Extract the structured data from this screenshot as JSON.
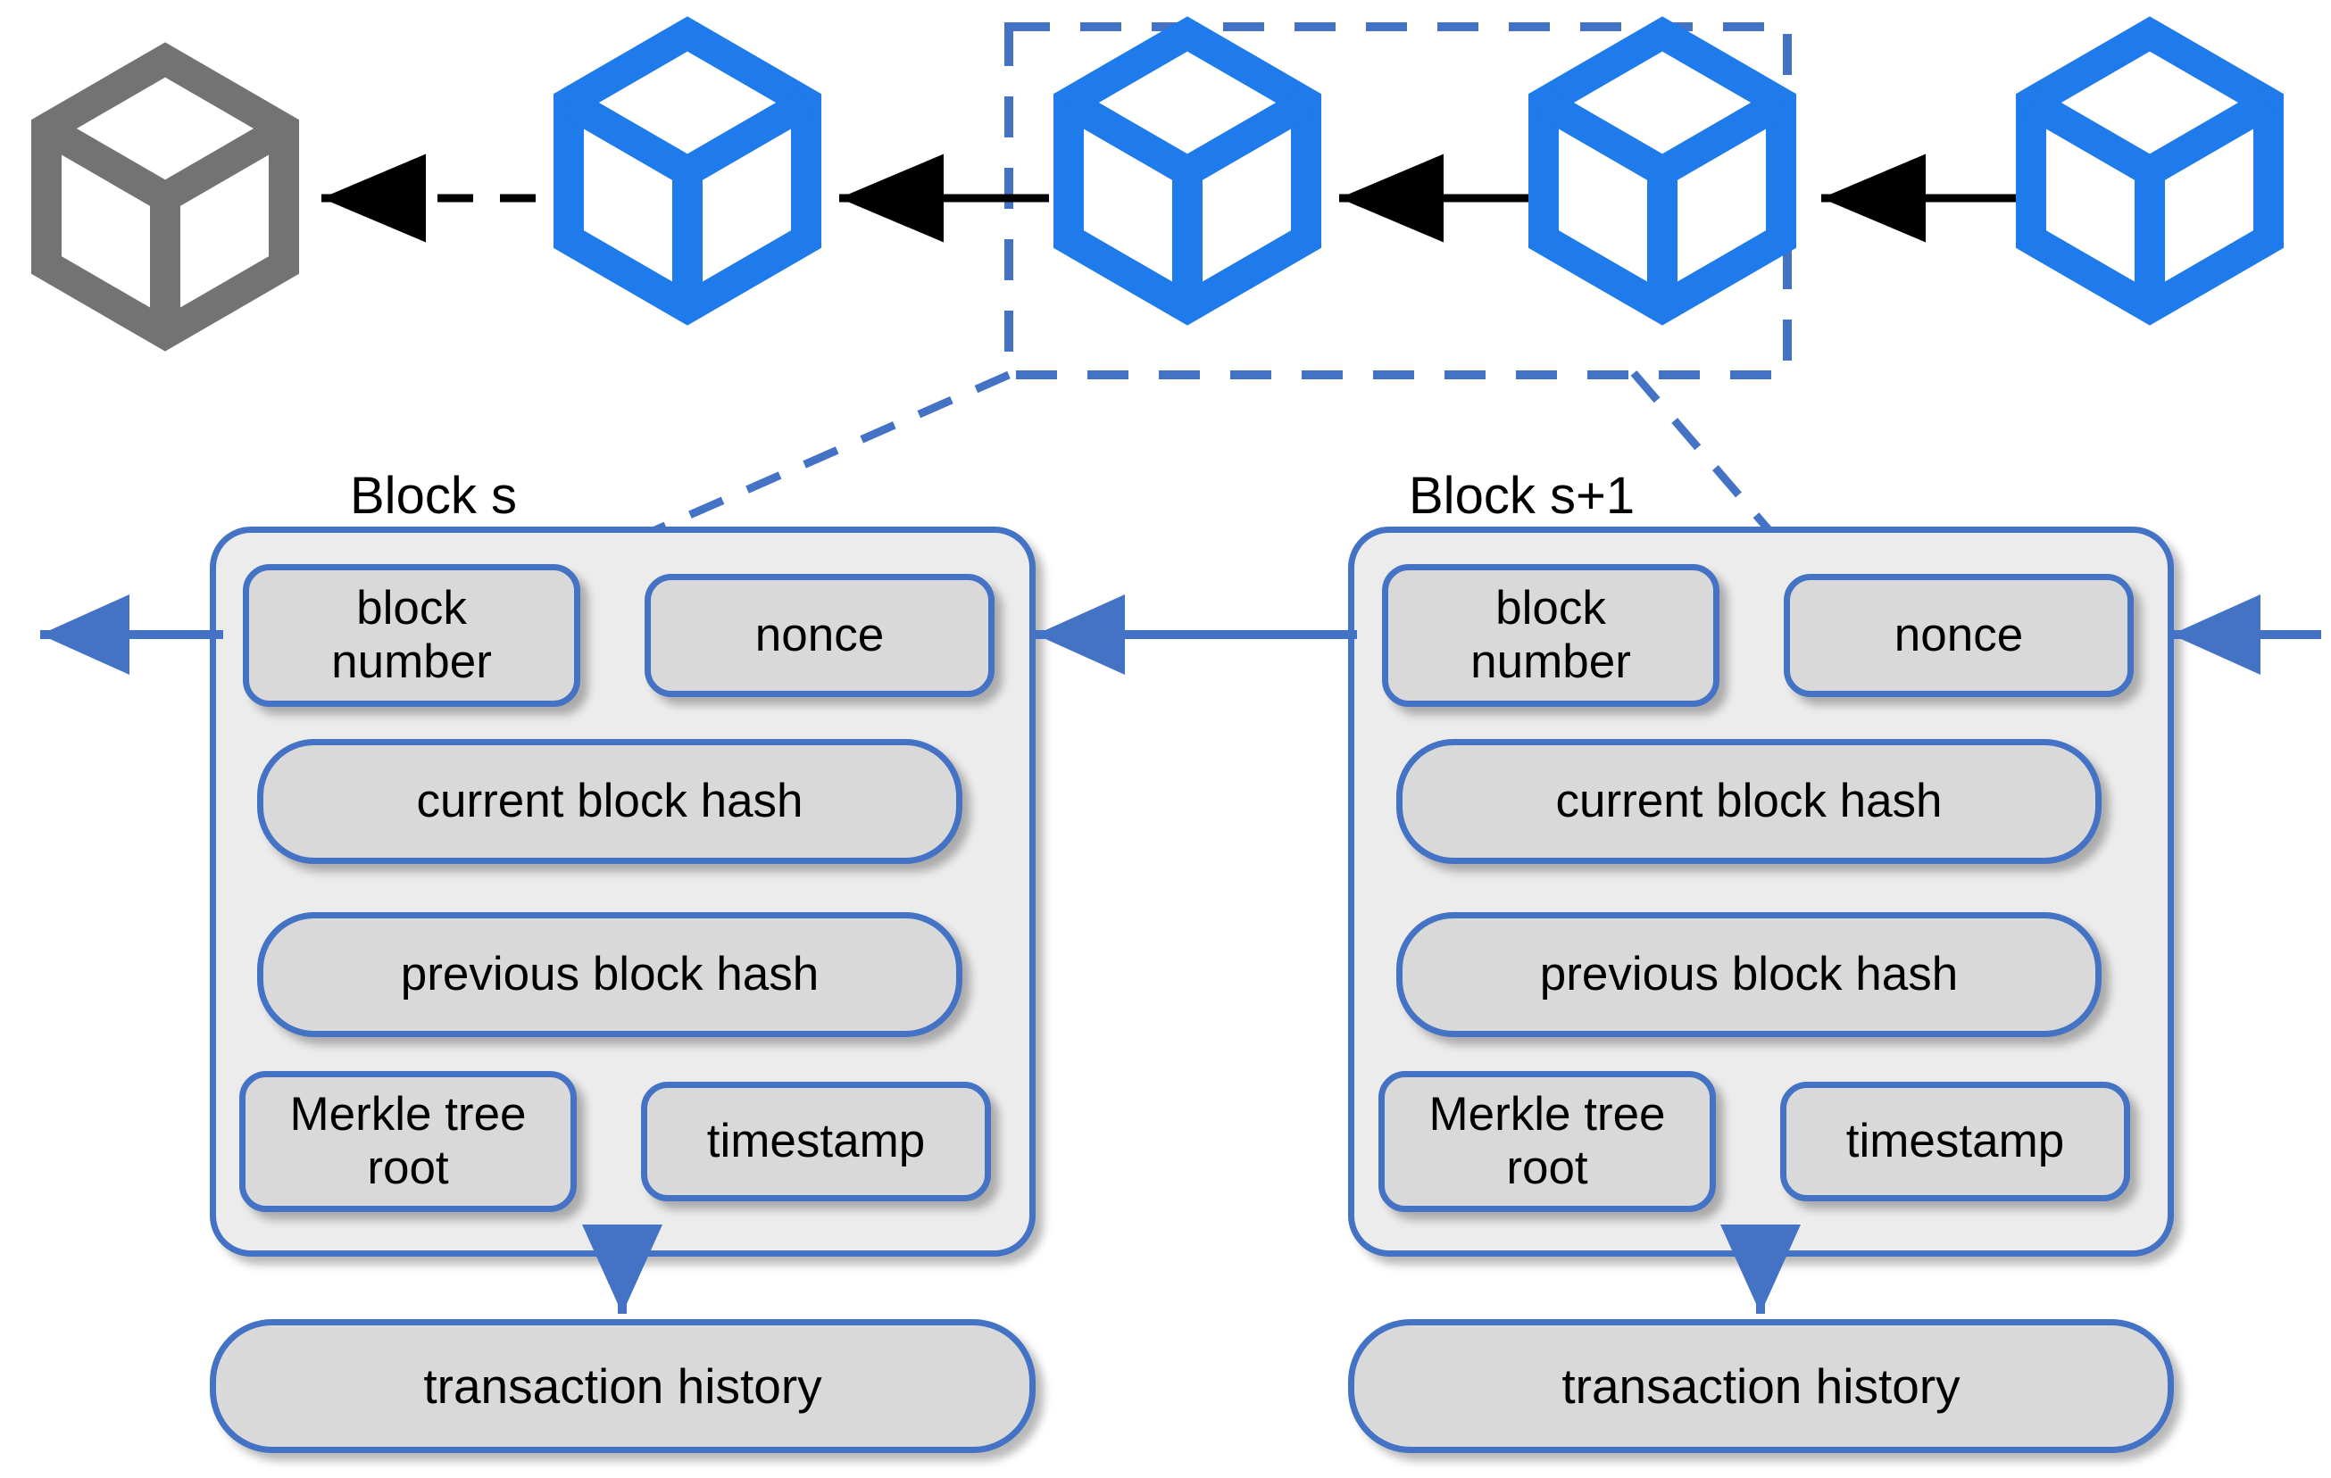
{
  "diagram": {
    "title_block_s": "Block s",
    "title_block_s1": "Block s+1",
    "colors": {
      "cube_active": "#1f7aec",
      "cube_inactive": "#737373",
      "card_border": "#4472c4",
      "card_fill": "#ececec",
      "pill_fill": "#d9d9d9",
      "arrow_black": "#000000",
      "selection_dash": "#4472c4"
    },
    "chain": {
      "cubes": [
        {
          "name": "cube-genesis",
          "state": "inactive",
          "selected": false
        },
        {
          "name": "cube-2",
          "state": "active",
          "selected": false
        },
        {
          "name": "cube-block-s",
          "state": "active",
          "selected": true
        },
        {
          "name": "cube-block-s-plus-1",
          "state": "active",
          "selected": true
        },
        {
          "name": "cube-5",
          "state": "active",
          "selected": false
        }
      ],
      "links": [
        {
          "name": "link-genesis",
          "style": "dashed"
        },
        {
          "name": "link-2",
          "style": "solid"
        },
        {
          "name": "link-3",
          "style": "solid"
        },
        {
          "name": "link-4",
          "style": "solid"
        }
      ],
      "selection_label": "selected-blocks-region"
    },
    "block_s": {
      "label": "Block s",
      "fields": {
        "block_number": "block\nnumber",
        "block_number_line1": "block",
        "block_number_line2": "number",
        "nonce": "nonce",
        "current_block_hash": "current block hash",
        "previous_block_hash": "previous block hash",
        "merkle_tree_root_line1": "Merkle tree",
        "merkle_tree_root_line2": "root",
        "timestamp": "timestamp"
      },
      "transaction_history": "transaction history"
    },
    "block_s1": {
      "label": "Block s+1",
      "fields": {
        "block_number_line1": "block",
        "block_number_line2": "number",
        "nonce": "nonce",
        "current_block_hash": "current block hash",
        "previous_block_hash": "previous block hash",
        "merkle_tree_root_line1": "Merkle tree",
        "merkle_tree_root_line2": "root",
        "timestamp": "timestamp"
      },
      "transaction_history": "transaction history"
    }
  }
}
